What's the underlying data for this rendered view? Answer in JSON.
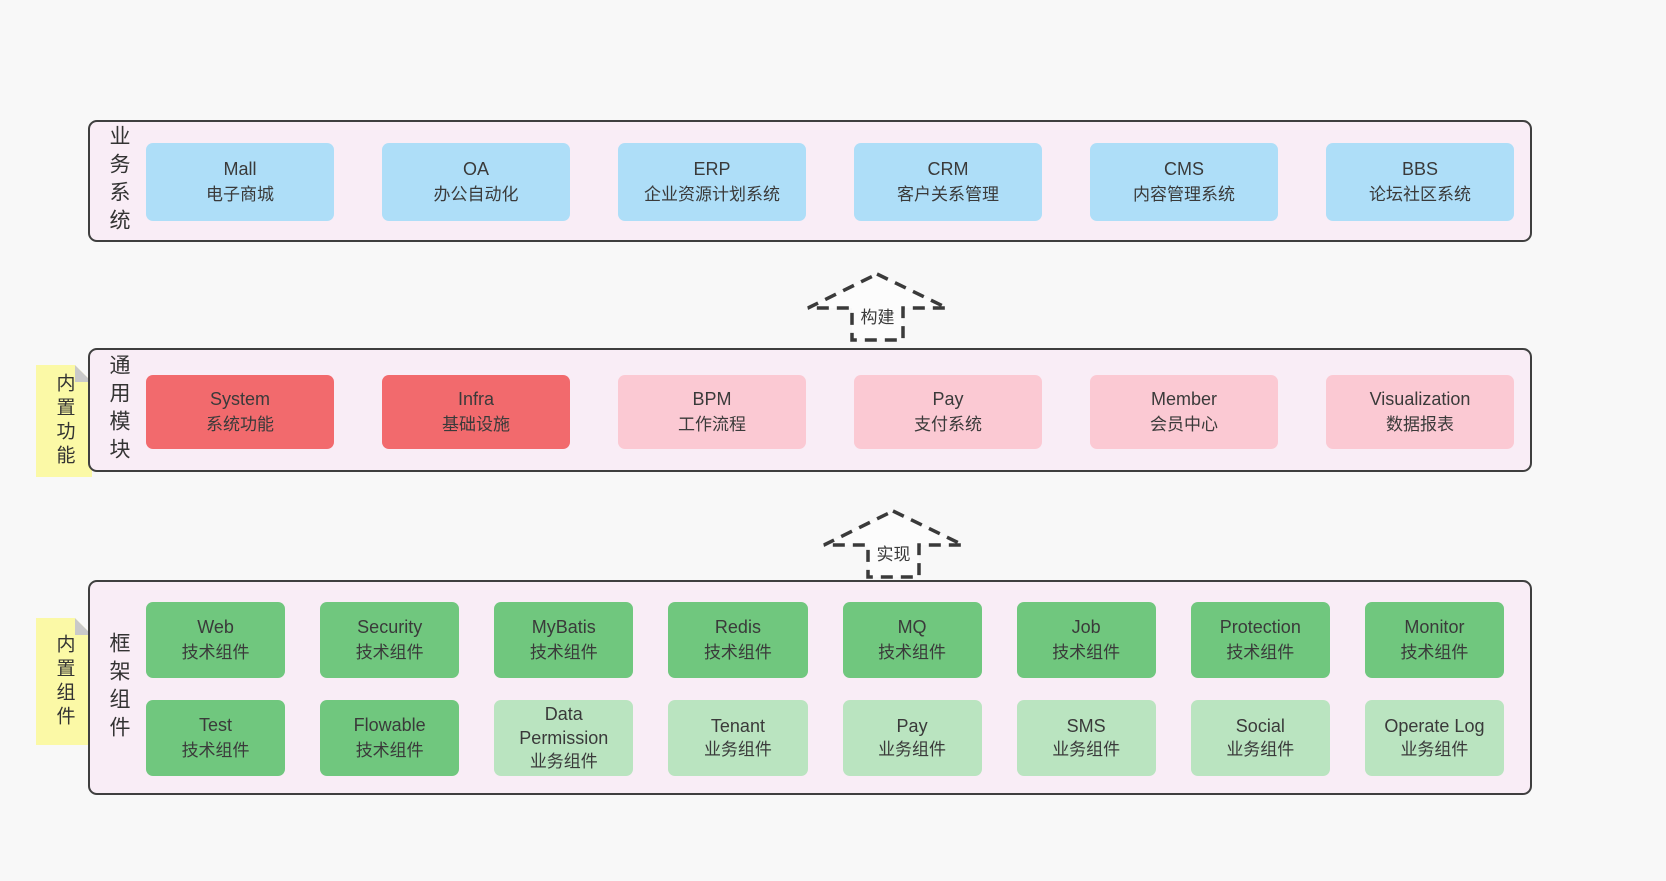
{
  "colors": {
    "page_bg": "#f8f8f8",
    "container_bg": "#f9edf6",
    "container_border": "#3f3f3f",
    "blue_box": "#aedef8",
    "red_box": "#f26a6d",
    "pink_box": "#fbc9d3",
    "green_box": "#70c77e",
    "light_green_box": "#bae4c0",
    "sticky_bg": "#fbf9a6",
    "sticky_fold": "#c9c9c9",
    "text": "#3a3a3a"
  },
  "business_systems": {
    "label": "业务系统",
    "boxes": [
      {
        "name": "Mall",
        "desc": "电子商城"
      },
      {
        "name": "OA",
        "desc": "办公自动化"
      },
      {
        "name": "ERP",
        "desc": "企业资源计划系统"
      },
      {
        "name": "CRM",
        "desc": "客户关系管理"
      },
      {
        "name": "CMS",
        "desc": "内容管理系统"
      },
      {
        "name": "BBS",
        "desc": "论坛社区系统"
      }
    ]
  },
  "arrow_build": {
    "label": "构建"
  },
  "common_modules": {
    "label": "通用模块",
    "sticky": "内置功能",
    "boxes": [
      {
        "name": "System",
        "desc": "系统功能"
      },
      {
        "name": "Infra",
        "desc": "基础设施"
      },
      {
        "name": "BPM",
        "desc": "工作流程"
      },
      {
        "name": "Pay",
        "desc": "支付系统"
      },
      {
        "name": "Member",
        "desc": "会员中心"
      },
      {
        "name": "Visualization",
        "desc": "数据报表"
      }
    ]
  },
  "arrow_implement": {
    "label": "实现"
  },
  "framework_components": {
    "label": "框架组件",
    "sticky": "内置组件",
    "row1": [
      {
        "name": "Web",
        "desc": "技术组件"
      },
      {
        "name": "Security",
        "desc": "技术组件"
      },
      {
        "name": "MyBatis",
        "desc": "技术组件"
      },
      {
        "name": "Redis",
        "desc": "技术组件"
      },
      {
        "name": "MQ",
        "desc": "技术组件"
      },
      {
        "name": "Job",
        "desc": "技术组件"
      },
      {
        "name": "Protection",
        "desc": "技术组件"
      },
      {
        "name": "Monitor",
        "desc": "技术组件"
      }
    ],
    "row2": [
      {
        "name": "Test",
        "desc": "技术组件"
      },
      {
        "name": "Flowable",
        "desc": "技术组件"
      },
      {
        "name": "Data Permission",
        "desc": "业务组件"
      },
      {
        "name": "Tenant",
        "desc": "业务组件"
      },
      {
        "name": "Pay",
        "desc": "业务组件"
      },
      {
        "name": "SMS",
        "desc": "业务组件"
      },
      {
        "name": "Social",
        "desc": "业务组件"
      },
      {
        "name": "Operate Log",
        "desc": "业务组件"
      }
    ]
  }
}
